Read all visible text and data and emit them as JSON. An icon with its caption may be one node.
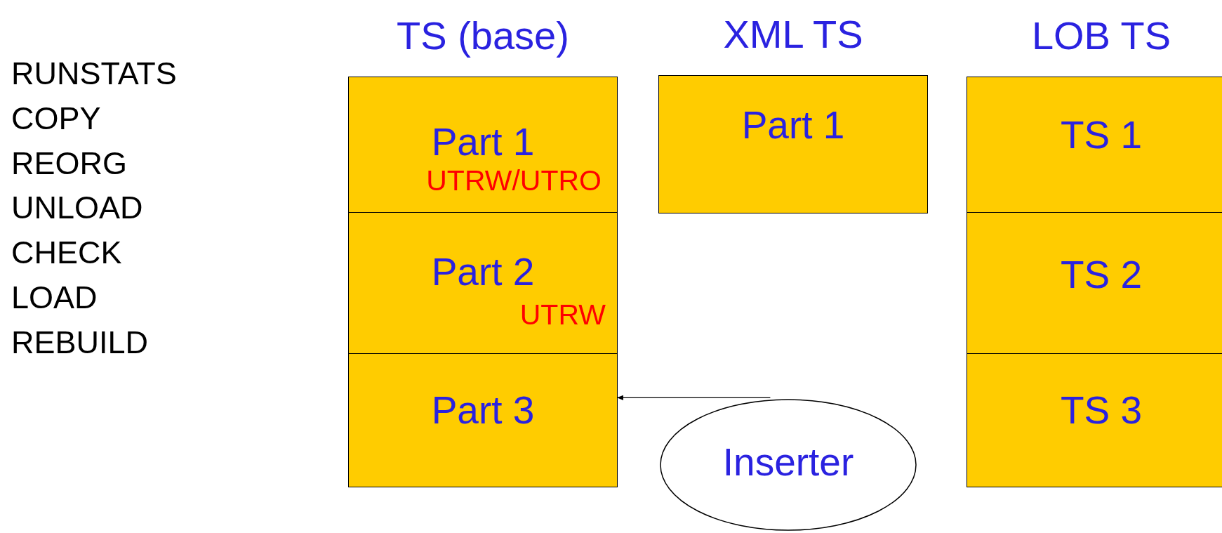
{
  "diagram": {
    "nodes": [
      {
        "text": [
          "TS (base)"
        ]
      },
      {
        "text": [
          "Part 1",
          "UTRW/UTRO"
        ],
        "in": 0
      },
      {
        "text": [
          "Part 2",
          "UTRW"
        ],
        "in": 0
      },
      {
        "text": [
          "Part 3"
        ],
        "in": 0
      },
      {
        "text": [
          "XML TS"
        ]
      },
      {
        "text": [
          "Part 1"
        ],
        "in": 4
      },
      {
        "text": [
          "LOB TS"
        ]
      },
      {
        "text": [
          "TS 1"
        ],
        "in": 6
      },
      {
        "text": [
          "TS 2"
        ],
        "in": 6
      },
      {
        "text": [
          "TS 3"
        ],
        "in": 6
      },
      {
        "text": [
          "Inserter"
        ]
      }
    ],
    "edges": [
      {
        "from": 10,
        "to": 3,
        "arrow": "to"
      }
    ],
    "labels": [
      "RUNSTATS",
      "COPY",
      "REORG",
      "UNLOAD",
      "CHECK",
      "LOAD",
      "REBUILD"
    ]
  }
}
